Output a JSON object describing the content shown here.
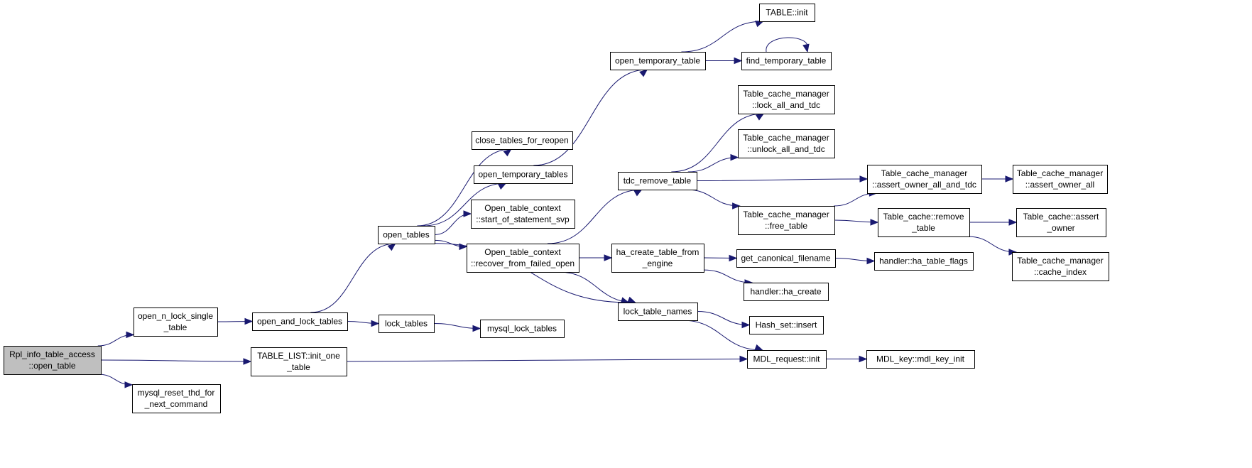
{
  "colors": {
    "node_fill": "#ffffff",
    "root_fill": "#bfbfbf",
    "edge": "#191970",
    "border": "#000000"
  },
  "nodes": [
    {
      "id": "rpl",
      "lines": [
        "Rpl_info_table_access",
        "::open_table"
      ],
      "root": true
    },
    {
      "id": "onls",
      "lines": [
        "open_n_lock_single",
        "_table"
      ]
    },
    {
      "id": "tlio",
      "lines": [
        "TABLE_LIST::init_one",
        "_table"
      ]
    },
    {
      "id": "mrth",
      "lines": [
        "mysql_reset_thd_for",
        "_next_command"
      ]
    },
    {
      "id": "oalt",
      "lines": [
        "open_and_lock_tables"
      ]
    },
    {
      "id": "ot",
      "lines": [
        "open_tables"
      ]
    },
    {
      "id": "lt",
      "lines": [
        "lock_tables"
      ]
    },
    {
      "id": "mlt",
      "lines": [
        "mysql_lock_tables"
      ]
    },
    {
      "id": "ctfr",
      "lines": [
        "close_tables_for_reopen"
      ]
    },
    {
      "id": "otts",
      "lines": [
        "open_temporary_tables"
      ]
    },
    {
      "id": "octs",
      "lines": [
        "Open_table_context",
        "::start_of_statement_svp"
      ]
    },
    {
      "id": "octr",
      "lines": [
        "Open_table_context",
        "::recover_from_failed_open"
      ]
    },
    {
      "id": "ott",
      "lines": [
        "open_temporary_table"
      ]
    },
    {
      "id": "ti",
      "lines": [
        "TABLE::init"
      ]
    },
    {
      "id": "ftt",
      "lines": [
        "find_temporary_table"
      ]
    },
    {
      "id": "trt",
      "lines": [
        "tdc_remove_table"
      ]
    },
    {
      "id": "hctf",
      "lines": [
        "ha_create_table_from",
        "_engine"
      ]
    },
    {
      "id": "ltn",
      "lines": [
        "lock_table_names"
      ]
    },
    {
      "id": "tcml",
      "lines": [
        "Table_cache_manager",
        "::lock_all_and_tdc"
      ]
    },
    {
      "id": "tcmu",
      "lines": [
        "Table_cache_manager",
        "::unlock_all_and_tdc"
      ]
    },
    {
      "id": "tcmaoat",
      "lines": [
        "Table_cache_manager",
        "::assert_owner_all_and_tdc"
      ]
    },
    {
      "id": "tcmft",
      "lines": [
        "Table_cache_manager",
        "::free_table"
      ]
    },
    {
      "id": "gcf",
      "lines": [
        "get_canonical_filename"
      ]
    },
    {
      "id": "hhc",
      "lines": [
        "handler::ha_create"
      ]
    },
    {
      "id": "hsi",
      "lines": [
        "Hash_set::insert"
      ]
    },
    {
      "id": "mri",
      "lines": [
        "MDL_request::init"
      ]
    },
    {
      "id": "tcmaoa",
      "lines": [
        "Table_cache_manager",
        "::assert_owner_all"
      ]
    },
    {
      "id": "tcrt",
      "lines": [
        "Table_cache::remove",
        "_table"
      ]
    },
    {
      "id": "hhtf",
      "lines": [
        "handler::ha_table_flags"
      ]
    },
    {
      "id": "tcao",
      "lines": [
        "Table_cache::assert",
        "_owner"
      ]
    },
    {
      "id": "tcmci",
      "lines": [
        "Table_cache_manager",
        "::cache_index"
      ]
    },
    {
      "id": "mkmki",
      "lines": [
        "MDL_key::mdl_key_init"
      ]
    }
  ],
  "edges": [
    [
      "rpl",
      "onls"
    ],
    [
      "rpl",
      "tlio"
    ],
    [
      "rpl",
      "mrth"
    ],
    [
      "onls",
      "oalt"
    ],
    [
      "oalt",
      "ot"
    ],
    [
      "oalt",
      "lt"
    ],
    [
      "lt",
      "mlt"
    ],
    [
      "ot",
      "ctfr"
    ],
    [
      "ot",
      "otts"
    ],
    [
      "ot",
      "octs"
    ],
    [
      "ot",
      "octr"
    ],
    [
      "ot",
      "ltn"
    ],
    [
      "otts",
      "ott"
    ],
    [
      "ott",
      "ti"
    ],
    [
      "ott",
      "ftt"
    ],
    [
      "ftt",
      "ftt"
    ],
    [
      "octr",
      "trt"
    ],
    [
      "octr",
      "hctf"
    ],
    [
      "octr",
      "ltn"
    ],
    [
      "trt",
      "tcml"
    ],
    [
      "trt",
      "tcmu"
    ],
    [
      "trt",
      "tcmaoat"
    ],
    [
      "trt",
      "tcmft"
    ],
    [
      "tcmaoat",
      "tcmaoa"
    ],
    [
      "tcmft",
      "tcmaoat"
    ],
    [
      "tcmft",
      "tcrt"
    ],
    [
      "tcrt",
      "tcao"
    ],
    [
      "tcrt",
      "tcmci"
    ],
    [
      "hctf",
      "gcf"
    ],
    [
      "hctf",
      "hhc"
    ],
    [
      "gcf",
      "hhtf"
    ],
    [
      "ltn",
      "hsi"
    ],
    [
      "ltn",
      "mri"
    ],
    [
      "tlio",
      "mri"
    ],
    [
      "mri",
      "mkmki"
    ]
  ]
}
